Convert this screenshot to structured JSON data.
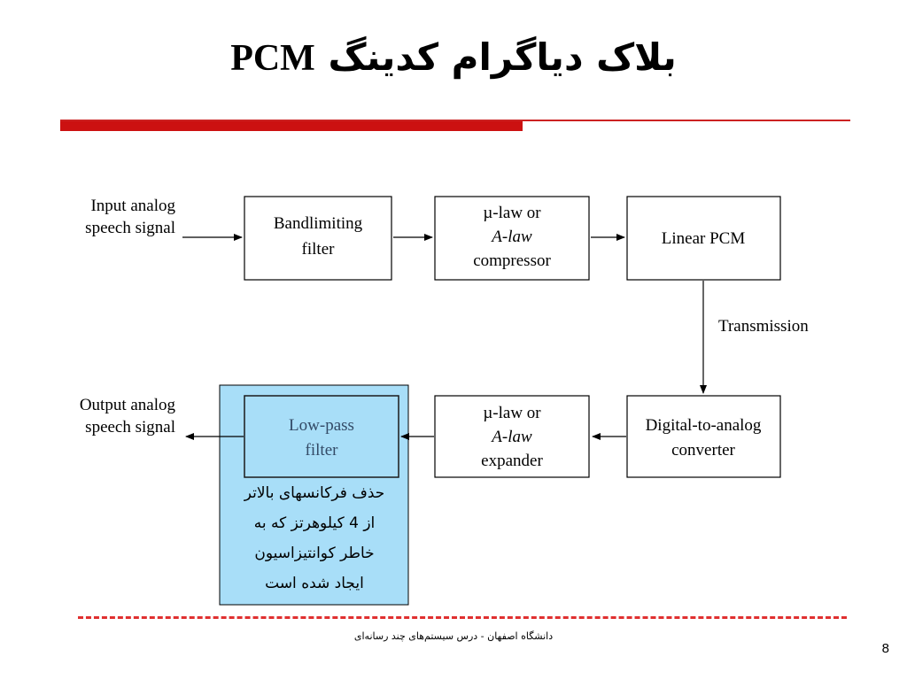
{
  "title": {
    "persian": "بلاک دیاگرام کدینگ",
    "latin": "PCM"
  },
  "diagram": {
    "input_label": [
      "Input analog",
      "speech signal"
    ],
    "output_label": [
      "Output analog",
      "speech signal"
    ],
    "transmission_label": "Transmission",
    "boxes": {
      "bandlimiting": [
        "Bandlimiting",
        "filter"
      ],
      "compressor": [
        "µ-law or",
        "A-law",
        "compressor"
      ],
      "linear_pcm": [
        "Linear PCM"
      ],
      "dac": [
        "Digital-to-analog",
        "converter"
      ],
      "expander": [
        "µ-law or",
        "A-law",
        "expander"
      ],
      "lowpass": [
        "Low-pass",
        "filter"
      ]
    },
    "highlight_color": "#a8def8",
    "lowpass_text_color": "#334a66",
    "highlight_note": [
      "حذف فرکانسهای بالاتر",
      "از 4 کیلوهرتز که به",
      "خاطر کوانتیزاسیون",
      "ایجاد شده است"
    ]
  },
  "footer": {
    "text": "دانشگاه اصفهان - درس سیستم‌های چند رسانه‌ای",
    "page_number": "8"
  }
}
